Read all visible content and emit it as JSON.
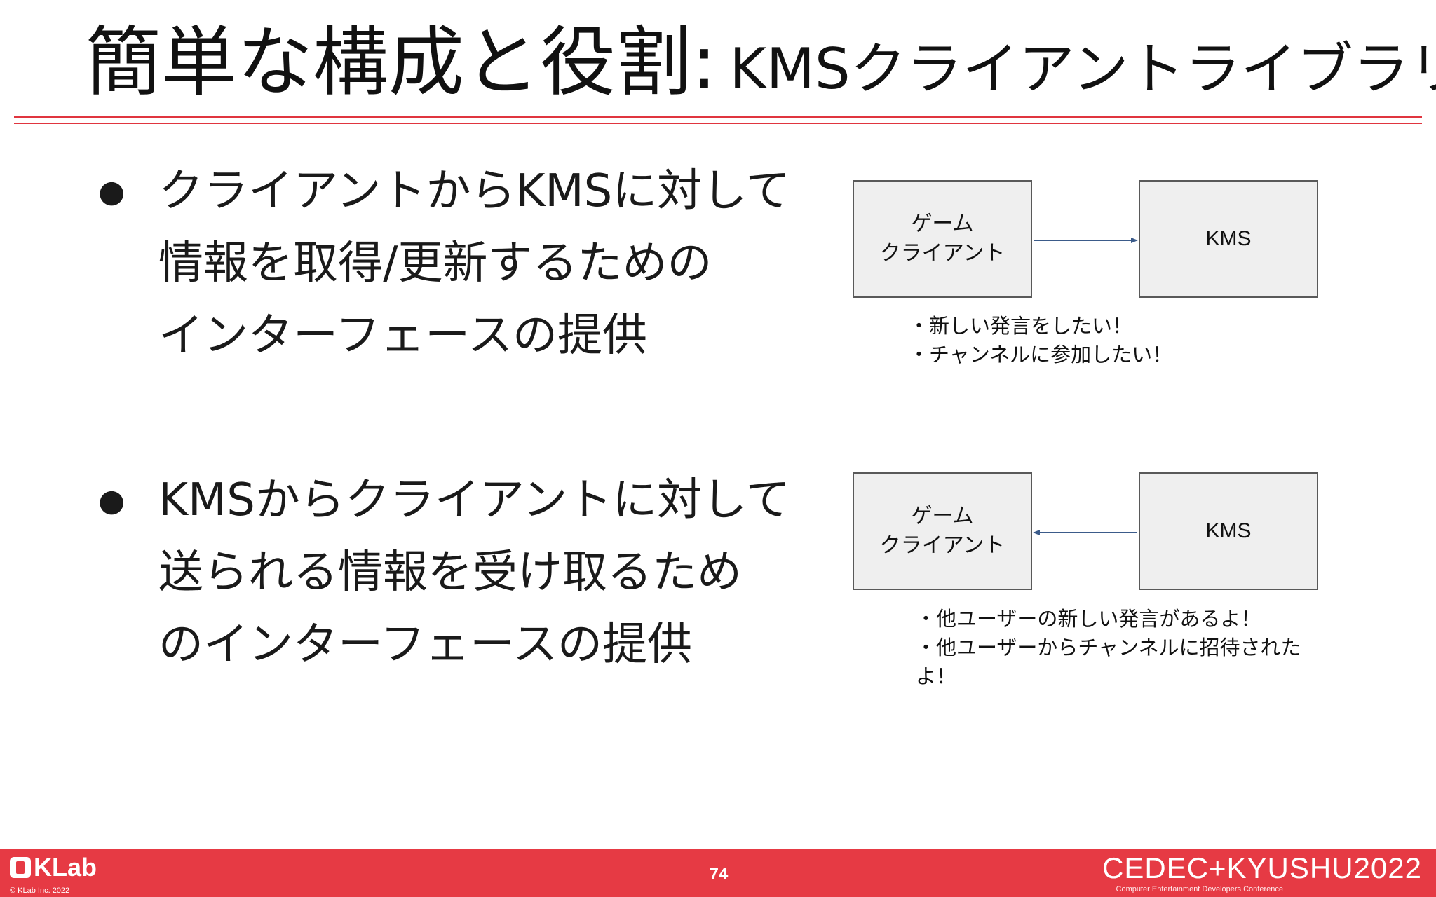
{
  "slide": {
    "title_main": "簡単な構成と役割:",
    "title_sub": "KMSクライアントライブラリ"
  },
  "bullets": [
    {
      "lines": [
        "クライアントからKMSに対して",
        "情報を取得/更新するための",
        "インターフェースの提供"
      ]
    },
    {
      "lines": [
        "KMSからクライアントに対して",
        "送られる情報を受け取るため",
        "のインターフェースの提供"
      ]
    }
  ],
  "bullet_symbol": "●",
  "diagrams": [
    {
      "client_label": [
        "ゲーム",
        "クライアント"
      ],
      "server_label": "KMS",
      "arrow_direction": "client-to-server",
      "notes": [
        "・新しい発言をしたい！",
        "・チャンネルに参加したい！"
      ]
    },
    {
      "client_label": [
        "ゲーム",
        "クライアント"
      ],
      "server_label": "KMS",
      "arrow_direction": "server-to-client",
      "notes": [
        "・他ユーザーの新しい発言があるよ！",
        "・他ユーザーからチャンネルに招待された",
        "よ！"
      ]
    }
  ],
  "footer": {
    "company_logo": "KLab",
    "copyright": "© KLab Inc.  2022",
    "page_number": "74",
    "event_logo": "CEDEC+KYUSHU2022",
    "event_tagline": "Computer Entertainment Developers Conference"
  },
  "colors": {
    "accent": "#e63a44",
    "rule": "#e0353f",
    "box_fill": "#efefef",
    "box_border": "#595959",
    "arrow": "#3b5b8a"
  }
}
